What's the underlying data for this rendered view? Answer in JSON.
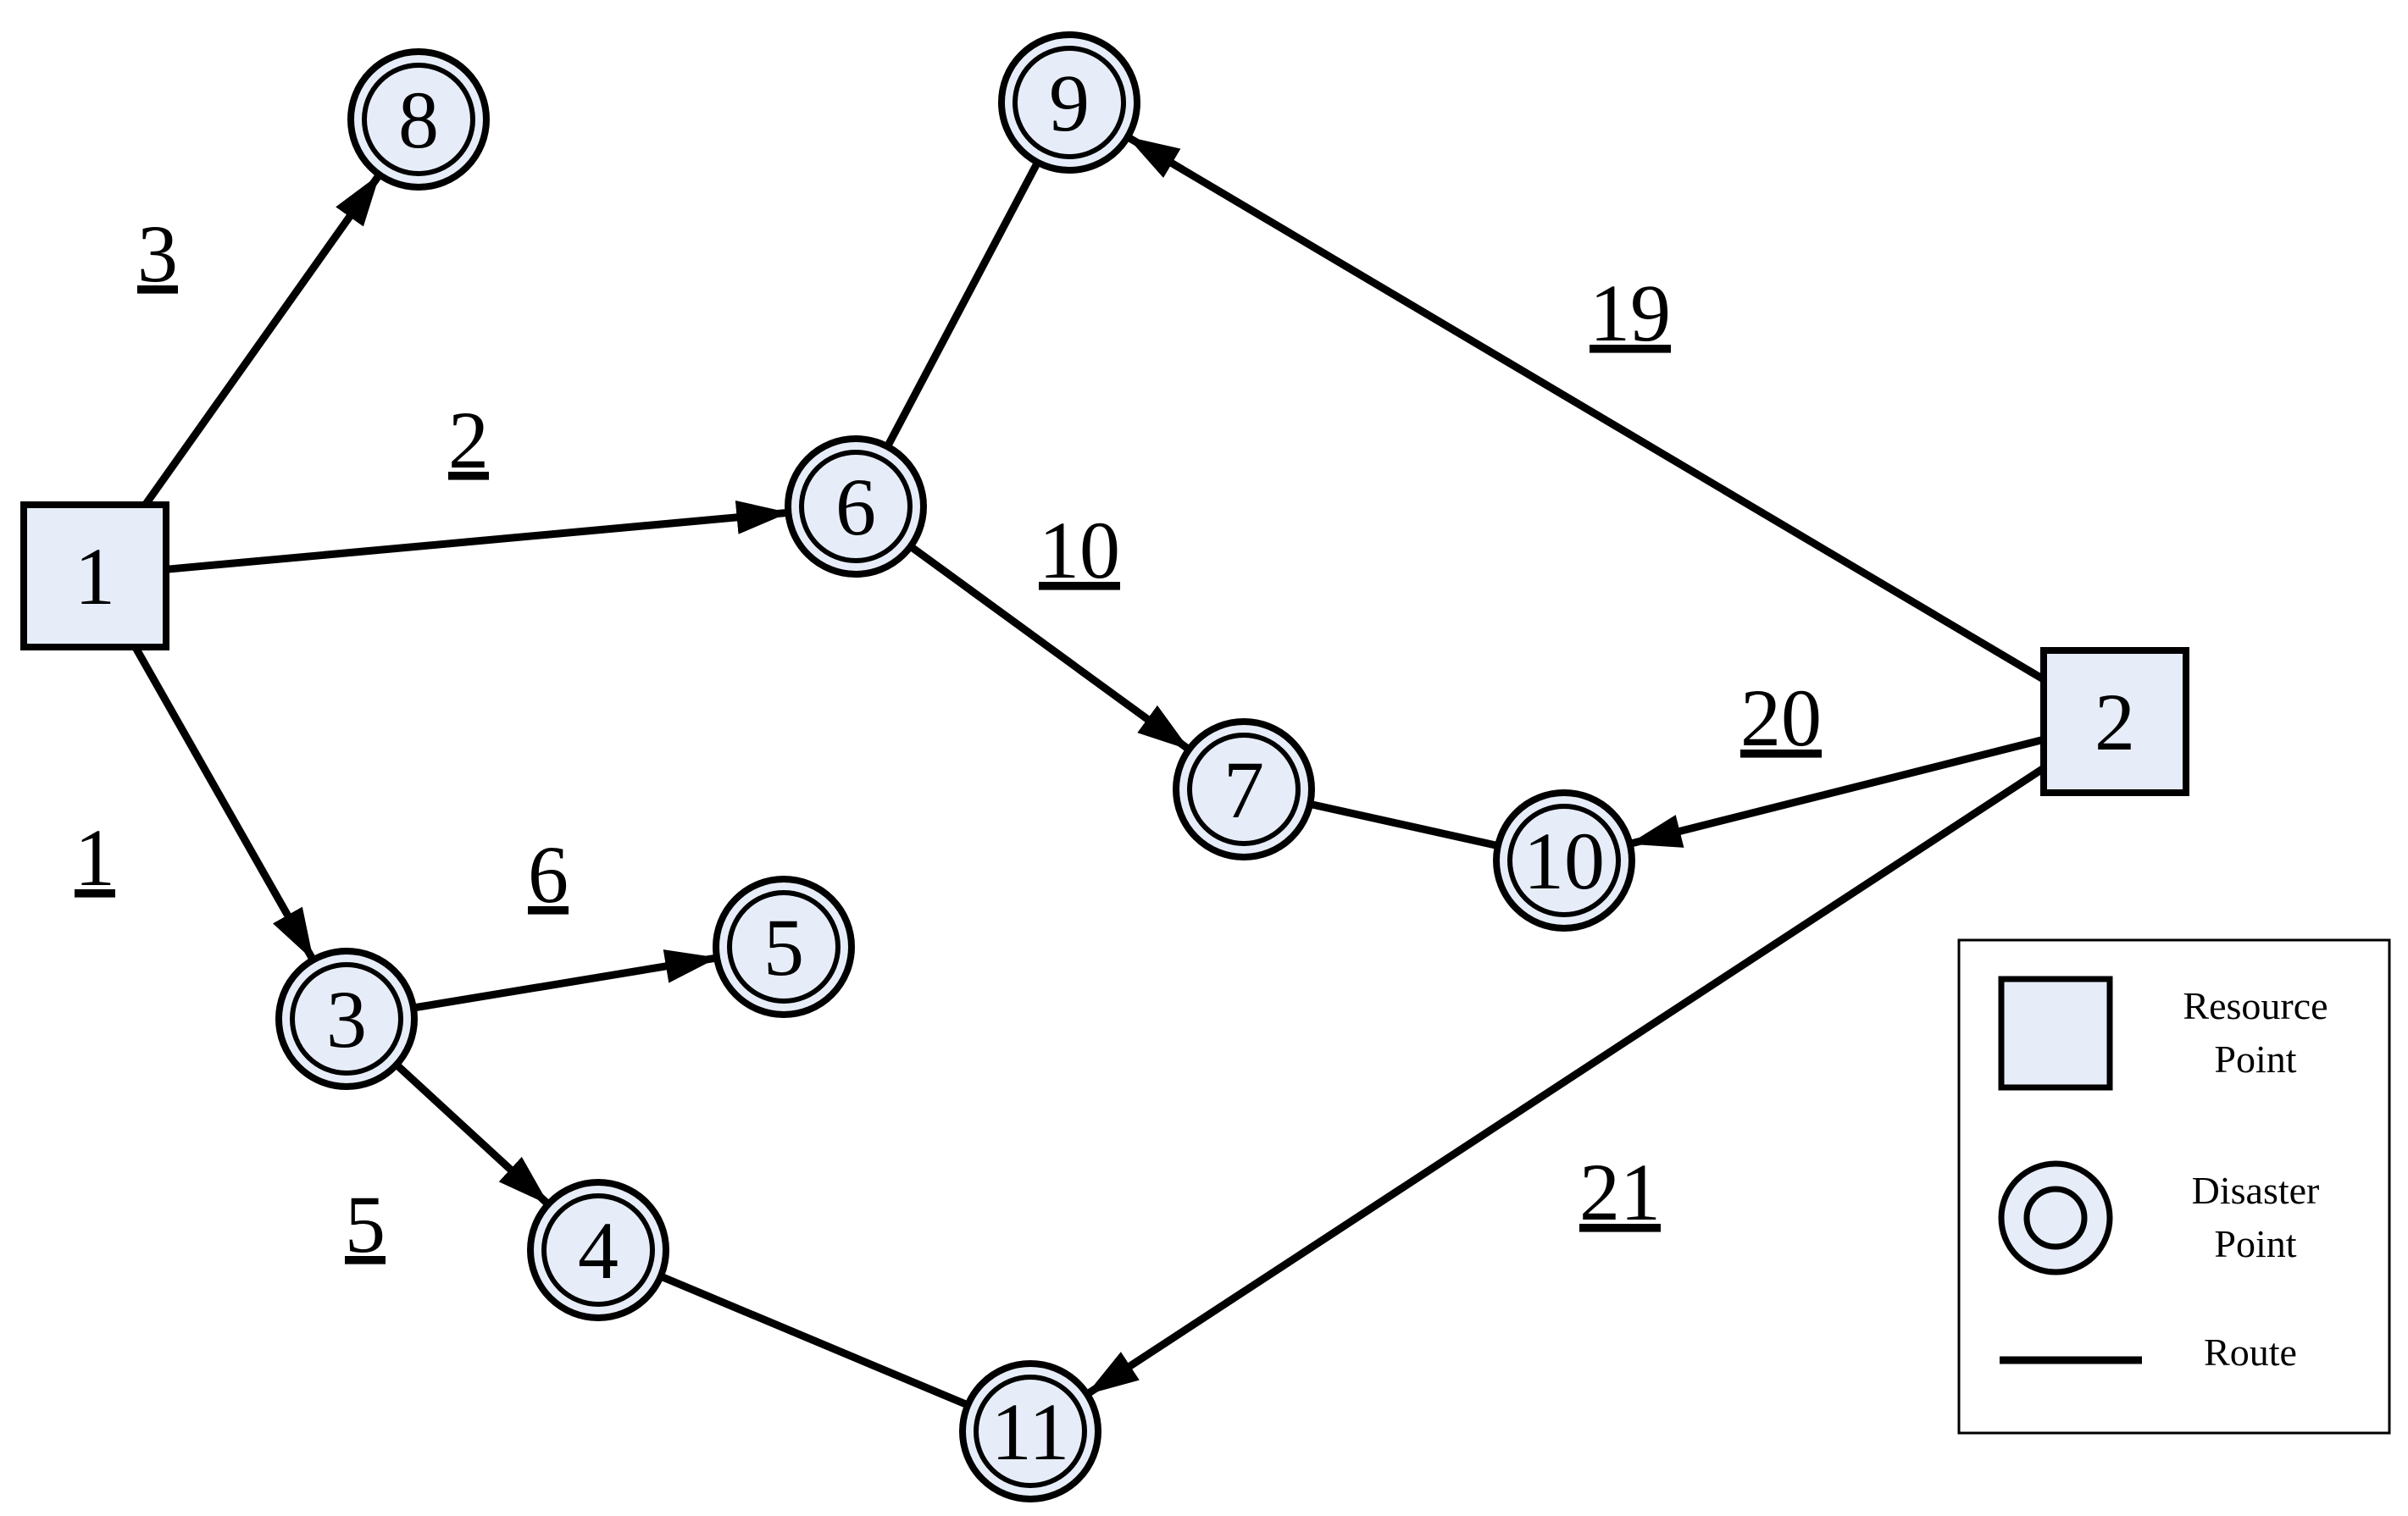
{
  "colors": {
    "node_fill": "#e6edf8",
    "stroke": "#000000",
    "background": "#ffffff"
  },
  "nodes": [
    {
      "id": "1",
      "label": "1",
      "kind": "resource"
    },
    {
      "id": "2",
      "label": "2",
      "kind": "resource"
    },
    {
      "id": "3",
      "label": "3",
      "kind": "disaster"
    },
    {
      "id": "4",
      "label": "4",
      "kind": "disaster"
    },
    {
      "id": "5",
      "label": "5",
      "kind": "disaster"
    },
    {
      "id": "6",
      "label": "6",
      "kind": "disaster"
    },
    {
      "id": "7",
      "label": "7",
      "kind": "disaster"
    },
    {
      "id": "8",
      "label": "8",
      "kind": "disaster"
    },
    {
      "id": "9",
      "label": "9",
      "kind": "disaster"
    },
    {
      "id": "10",
      "label": "10",
      "kind": "disaster"
    },
    {
      "id": "11",
      "label": "11",
      "kind": "disaster"
    }
  ],
  "edges": [
    {
      "from": "1",
      "to": "8",
      "arrow": true,
      "label": "3"
    },
    {
      "from": "1",
      "to": "6",
      "arrow": true,
      "label": "2"
    },
    {
      "from": "1",
      "to": "3",
      "arrow": true,
      "label": "1"
    },
    {
      "from": "3",
      "to": "5",
      "arrow": true,
      "label": "6"
    },
    {
      "from": "3",
      "to": "4",
      "arrow": true,
      "label": "5"
    },
    {
      "from": "6",
      "to": "7",
      "arrow": true,
      "label": "10"
    },
    {
      "from": "6",
      "to": "9",
      "arrow": false,
      "label": ""
    },
    {
      "from": "7",
      "to": "10",
      "arrow": false,
      "label": ""
    },
    {
      "from": "4",
      "to": "11",
      "arrow": false,
      "label": ""
    },
    {
      "from": "2",
      "to": "9",
      "arrow": true,
      "label": "19"
    },
    {
      "from": "2",
      "to": "10",
      "arrow": true,
      "label": "20"
    },
    {
      "from": "2",
      "to": "11",
      "arrow": true,
      "label": "21"
    }
  ],
  "legend": {
    "resource_label_line1": "Resource",
    "resource_label_line2": "Point",
    "disaster_label_line1": "Disaster",
    "disaster_label_line2": "Point",
    "route_label": "Route"
  }
}
